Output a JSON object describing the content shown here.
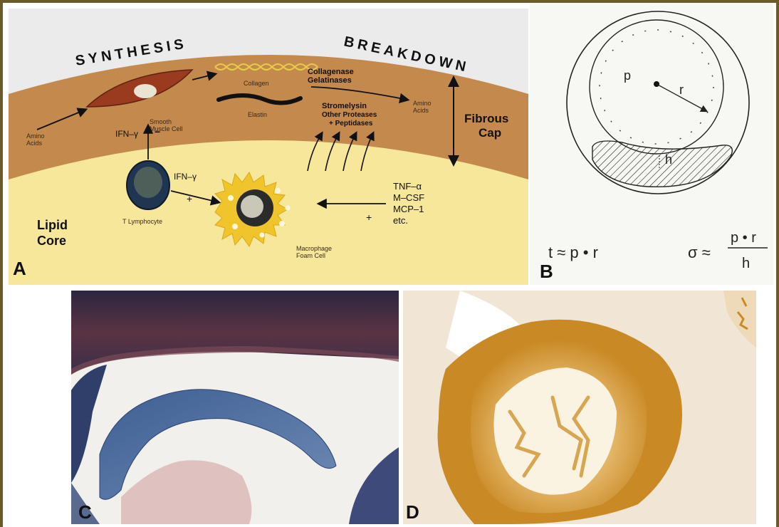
{
  "panel_a": {
    "letter": "A",
    "synthesis": "SYNTHESIS",
    "breakdown": "BREAKDOWN",
    "amino_acids_left": [
      "Amino",
      "Acids"
    ],
    "smooth_muscle_cell": [
      "Smooth",
      "Muscle Cell"
    ],
    "collagen": "Collagen",
    "elastin": "Elastin",
    "collagenase": "Collagenase",
    "gelatinases": "Gelatinases",
    "stromelysin": "Stromelysin",
    "other_proteases": "Other Proteases",
    "peptidases": "+ Peptidases",
    "amino_acids_right": [
      "Amino",
      "Acids"
    ],
    "fibrous_cap": [
      "Fibrous",
      "Cap"
    ],
    "ifn_gamma_up": "IFN–γ",
    "minus_sign": "−",
    "ifn_gamma_right": "IFN–γ",
    "plus_sign": "+",
    "t_lymphocyte": "T Lymphocyte",
    "cytokines": [
      "TNF–α",
      "M–CSF",
      "MCP–1",
      "etc."
    ],
    "lipid_core": [
      "Lipid",
      "Core"
    ],
    "macrophage": [
      "Macrophage",
      "Foam Cell"
    ],
    "colors": {
      "cap": "#c4894d",
      "core": "#f7e79a",
      "smc": "#9a3a1e",
      "macrophage": "#f0c52c"
    }
  },
  "panel_b": {
    "letter": "B",
    "p": "p",
    "r": "r",
    "h": "h",
    "formula_t": "t ≈ p • r",
    "sigma": "σ ≈",
    "numerator": "p • r",
    "denominator": "h"
  },
  "panel_c": {
    "letter": "C"
  },
  "panel_d": {
    "letter": "D"
  }
}
